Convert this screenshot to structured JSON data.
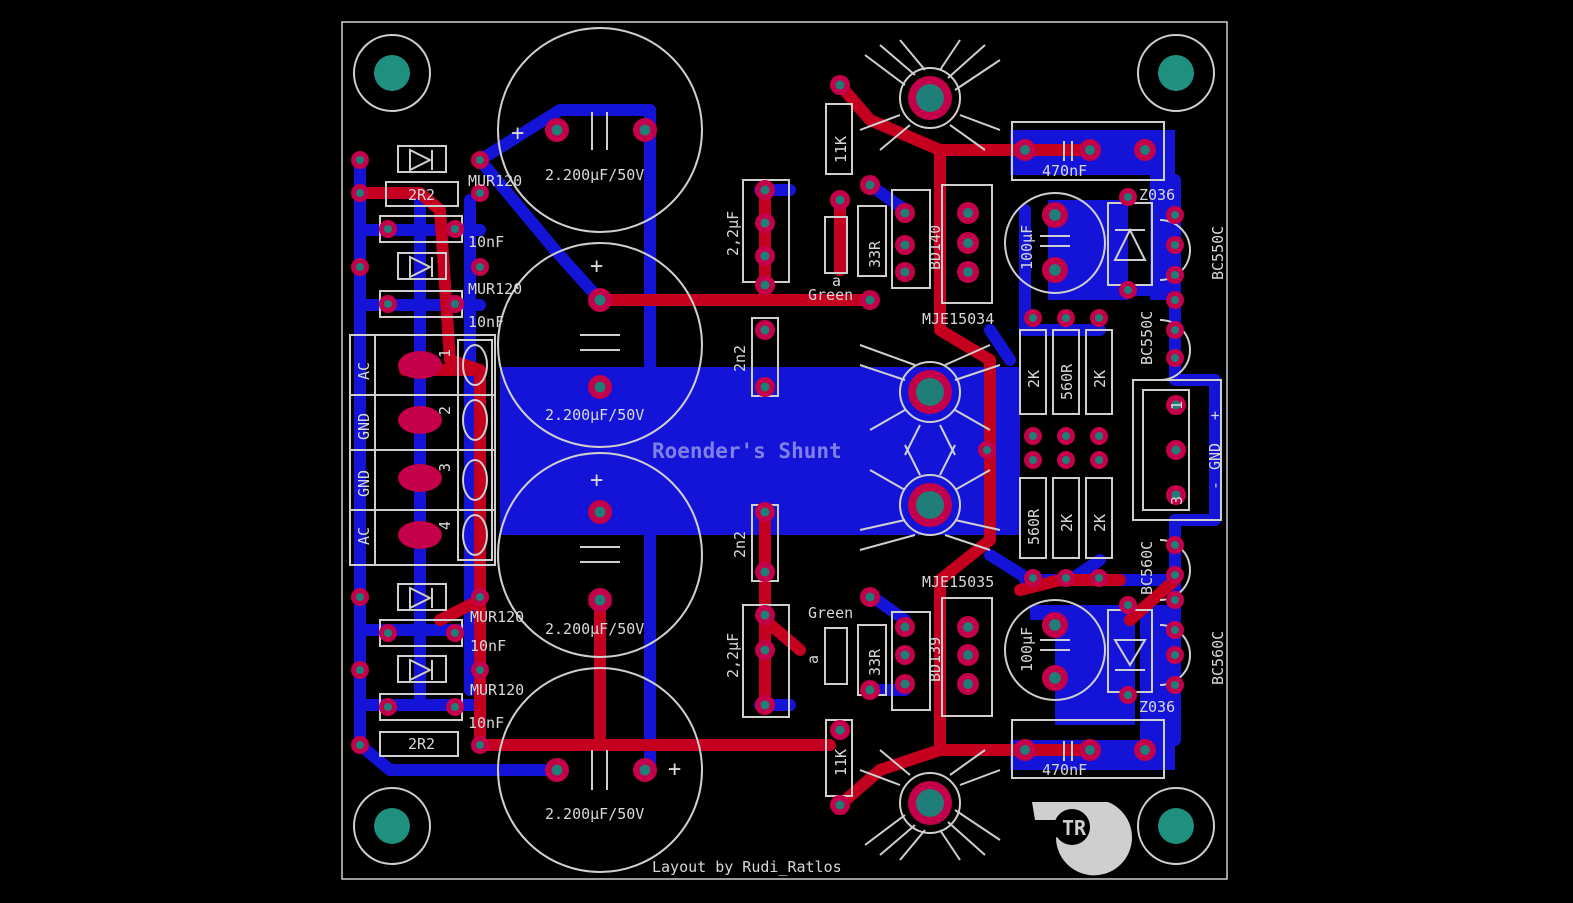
{
  "title": "Roender's Shunt",
  "credit": "Layout by Rudi_Ratlos",
  "logo": "TR",
  "capacitors_large": [
    "2.200µF/50V",
    "2.200µF/50V",
    "2.200µF/50V",
    "2.200µF/50V"
  ],
  "labels": {
    "r_2r2_top": "2R2",
    "r_2r2_bot": "2R2",
    "mur1": "MUR120",
    "mur2": "MUR120",
    "mur3": "MUR120",
    "mur4": "MUR120",
    "c10n1": "10nF",
    "c10n2": "10nF",
    "c10n3": "10nF",
    "c10n4": "10nF",
    "c22u_top": "2,2µF",
    "c22u_bot": "2,2µF",
    "c2n2_top": "2n2",
    "c2n2_bot": "2n2",
    "r11k_top": "11K",
    "r11k_bot": "11K",
    "r33_top": "33R",
    "r33_bot": "33R",
    "green_top": "Green",
    "green_bot": "Green",
    "led_a": "a",
    "led_b": "a",
    "bd140": "BD140",
    "bd139": "BD139",
    "mje15034": "MJE15034",
    "mje15035": "MJE15035",
    "c470_top": "470nF",
    "c470_bot": "470nF",
    "c100_top": "100µF",
    "c100_bot": "100µF",
    "z036_top": "Z036",
    "z036_bot": "Z036",
    "bc550c_a": "BC550C",
    "bc550c_b": "BC550C",
    "bc560c_a": "BC560C",
    "bc560c_b": "BC560C",
    "r2k_1": "2K",
    "r560_1": "560R",
    "r2k_2": "2K",
    "r560_2": "560R",
    "r2k_3": "2K",
    "r2k_4": "2K",
    "conn_out_1": "1",
    "conn_out_gnd": "GND",
    "conn_out_minus": "-",
    "conn_out_plus": "+",
    "conn_out_3": "3",
    "term_ac1": "AC",
    "term_gnd1": "GND",
    "term_gnd2": "GND",
    "term_ac2": "AC",
    "term_n1": "1",
    "term_n2": "2",
    "term_n3": "3",
    "term_n4": "4",
    "plus": "+"
  }
}
